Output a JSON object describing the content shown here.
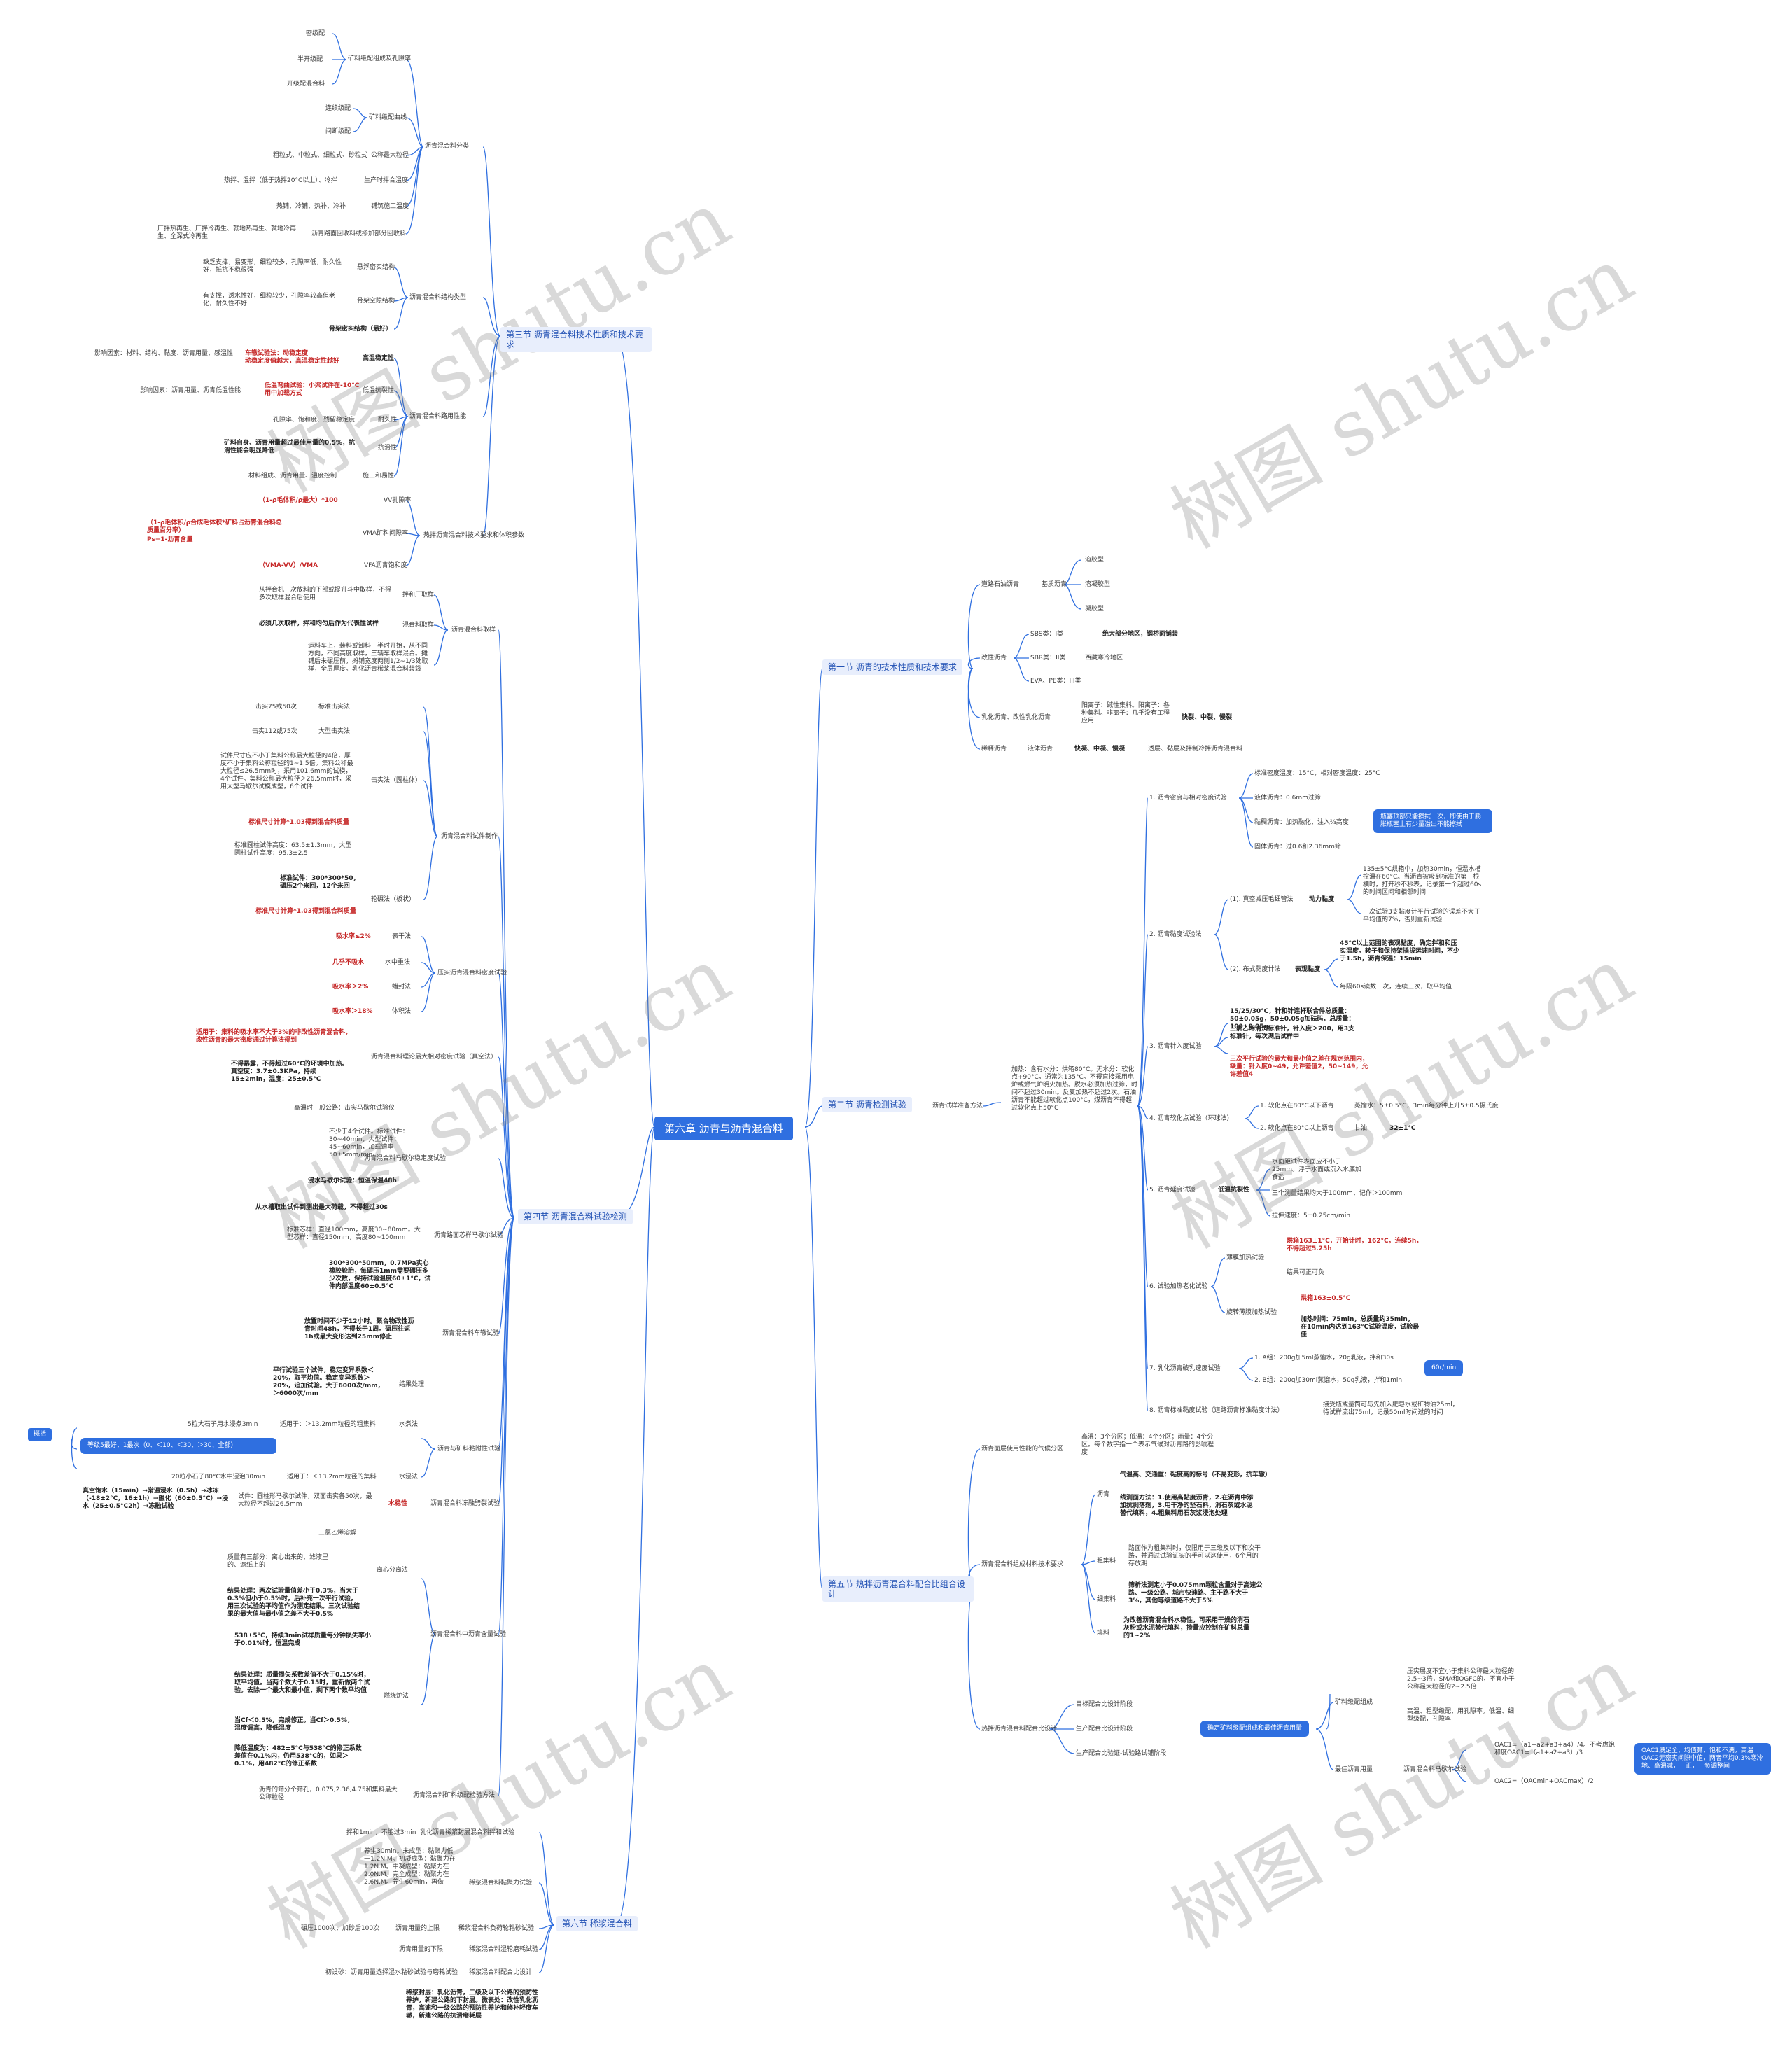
{
  "root": "第六章 沥青与沥青混合料",
  "watermark": "树图 shutu.cn",
  "colors": {
    "accent": "#2f6fe0",
    "line": "#2f6fe0",
    "red": "#c62828"
  },
  "s3": {
    "title": "第三节 沥青混合料技术性质和技术要求",
    "classify": "沥青混合料分类",
    "grading": "矿料级配组成及孔隙率",
    "dense": "密级配",
    "half": "半开级配",
    "open": "开级配混合料",
    "curve": "矿料级配曲线",
    "cont": "连续级配",
    "gap": "间断级配",
    "nmax": "公称最大粒径",
    "nmax_items": "粗粒式、中粒式、细粒式、砂粒式",
    "temp": "生产时拌合温度",
    "temp_items": "热拌、温拌（低于热拌20°C以上）、冷拌",
    "paving": "铺筑施工温度",
    "paving_items": "热铺、冷铺、热补、冷补",
    "recycle": "沥青路面回收料或掺加部分回收料",
    "recycle_items": "厂拌热再生、厂拌冷再生、就地热再生、就地冷再生、全深式冷再生",
    "structure": "沥青混合料结构类型",
    "susp": "悬浮密实结构",
    "susp_d": "缺乏支撑，易变形，细粒较多，孔隙率低，耐久性好，抵抗不稳很强",
    "skel": "骨架空隙结构",
    "skel_d": "有支撑，透水性好，细粒较少，孔隙率较高但老化，耐久性不好",
    "skeldense": "骨架密实结构（最好）",
    "road": "沥青混合料路用性能",
    "ht": "高温稳定性",
    "ht_t": "车辙试验法：动稳定度",
    "ht_t2": "动稳定度值越大，高温稳定性越好",
    "ht_f": "影响因素：材料、结构、黏度、沥青用量、感温性",
    "lt": "低温抗裂性",
    "lt_t": "低温弯曲试验：小梁试件在-10°C用中加载方式",
    "lt_f": "影响因素：沥青用量、沥青低温性能",
    "dur": "耐久性",
    "dur_f": "孔隙率、饱和度、残留稳定度",
    "slip": "抗滑性",
    "slip_f": "矿料自身、沥青用量超过最佳用量的0.5%，抗滑性能会明显降低",
    "work": "施工和易性",
    "work_f": "材料组成、沥青用量、温度控制",
    "vol": "热拌沥青混合料技术要求和体积参数",
    "vv": "VV孔隙率",
    "vv_f": "（1-ρ毛体积/ρ最大）*100",
    "vma": "VMA矿料间隙率",
    "vma_f": "（1-ρ毛体积/ρ合成毛体积*矿料占沥青混合料总质量百分率）",
    "vma_f2": "Ps=1-沥青含量",
    "vfa": "VFA沥青饱和度",
    "vfa_f": "（VMA-VV）/VMA"
  },
  "s4": {
    "title": "第四节 沥青混合料试验检测",
    "sample": "沥青混合料取样",
    "disch": "拌和厂取样",
    "disch_d": "从拌合机一次放料的下部或提升斗中取样，不得多次取样混合后使用",
    "plant": "混合料取样",
    "plant_d": "必须几次取样，拌和均匀后作为代表性试样",
    "truck": "运料车上，装料或卸料一半时开始，从不同方向，不同高度取样，三辆车取样混合。摊铺后未碾压前，摊铺宽度两侧1/2~1/3处取样，全层厚度。乳化沥青稀浆混合料装袋",
    "make": "沥青混合料试件制作",
    "std": "标准击实法",
    "std_v": "击实75或50次",
    "big": "大型击实法",
    "big_v": "击实112或75次",
    "comp": "击实法（圆柱体）",
    "comp_d": "试件尺寸应不小于集料公称最大粒径的4倍，厚度不小于集料公称粒径的1~1.5倍。集料公称最大粒径≤26.5mm时，采用101.6mm的试模，4个试件。集料公称最大粒径＞26.5mm时，采用大型马歇尔试模成型，6个试件",
    "comp_m": "标准尺寸计算*1.03得到混合料质量",
    "comp_h": "标准圆柱试件高度：63.5±1.3mm，大型圆柱试件高度：95.3±2.5",
    "wheel": "轮碾法（板状）",
    "wheel_s": "标准试件：300*300*50，碾压2个来回，12个来回",
    "wheel_m": "标准尺寸计算*1.03得到混合料质量",
    "dens": "压实沥青混合料密度试验",
    "dry": "表干法",
    "dry_v": "吸水率≤2%",
    "wat": "水中重法",
    "wat_v": "几乎不吸水",
    "wax": "蜡封法",
    "wax_v": "吸水率＞2%",
    "vol": "体积法",
    "vol_v": "吸水率＞18%",
    "theo": "沥青混合料理论最大相对密度试验（真空法）",
    "theo_a": "适用于：集料的吸水率不大于3%的非改性沥青混合料，改性沥青的最大密度通过计算法得到",
    "theo_b": "不得暴露，不得超过60°C的环境中加热。真空度：3.7±0.3KPa，持续15±2min，温度：25±0.5°C",
    "marshall": "沥青混合料马歇尔稳定度试验",
    "m_a": "高温时一般公路：击实马歇尔试验仪",
    "m_b": "不少于4个试件。标准试件：30~40min，大型试件：45~60min，加载速率50±5mm/min",
    "m_c": "浸水马歇尔试验：恒温保温48h",
    "m_d": "从水槽取出试件到测出最大荷载，不得超过30s",
    "core": "沥青路面芯样马歇尔试验",
    "core_d": "标准芯样：直径100mm，高度30~80mm。大型芯样：直径150mm，高度80~100mm",
    "rut": "沥青混合料车辙试验",
    "rut_a": "300*300*50mm，0.7MPa实心橡胶轮胎，每碾压1mm需要碾压多少次数，保持试验温度60±1°C，试件内部温度60±0.5°C",
    "rut_b": "放置时间不少于12小时。聚合物改性沥青时间48h，不得长于1周。碾压往返1h或最大变形达到25mm停止",
    "rut_r": "结果处理",
    "rut_c": "平行试验三个试件，稳定变异系数＜20%，取平均值。稳定变异系数＞20%，追加试验。大于6000次/mm，＞6000次/mm",
    "perm": "沥青与矿料粘附性试验",
    "boil": "水煮法",
    "boil_a": "5粒大石子用水浸煮3min",
    "boil_b": "适用于：＞13.2mm粒径的粗集料",
    "soak": "水浸法",
    "soak_a": "20粒小石子80°C水中浸泡30min",
    "soak_b": "适用于：＜13.2mm粒径的集料",
    "summary": "概括",
    "summary_d": "等级5最好，1最次（0、＜10、＜30、＞30、全部）",
    "stab": "沥青混合料冻融劈裂试验",
    "stab_k": "水稳性",
    "stab_a": "试件：圆柱形马歇尔试件，双面击实各50次，最大粒径不超过26.5mm",
    "stab_b": "真空饱水（15min）→常温浸水（0.5h）→冰冻（-18±2°C，16±1h）→融化（60±0.5°C）→浸水（25±0.5°C2h）→冻融试验",
    "extract": "沥青混合料中沥青含量试验",
    "ext_a": "三氯乙烯溶解",
    "cent": "离心分离法",
    "cent_a": "质量有三部分：离心出来的、滤液里的、滤纸上的",
    "cent_b": "结果处理：两次试验量值差小于0.3%，当大于0.3%但小于0.5%时，后补充一次平行试验，用三次试验的平均值作为测定结果。三次试验结果的最大值与最小值之差不大于0.5%",
    "burn": "燃烧炉法",
    "burn_a": "538±5°C，持续3min试样质量每分钟损失率小于0.01%时，恒温完成",
    "burn_b": "结果处理：质量损失系数差值不大于0.15%时，取平均值。当两个数大于0.15时，重新做两个试验。去除一个最大和最小值，剩下两个数平均值",
    "burn_c": "当Cf＜0.5%，完成修正。当Cf＞0.5%，温度调高，降低温度",
    "burn_d": "降低温度为：482±5°C与538°C的修正系数差值在0.1%内，仍用538°C的，如果＞0.1%，用482°C的修正系数",
    "bitu": "沥青混合料矿料级配检验方法",
    "bitu_d": "沥青的筛分个筛孔，0.075,2.36,4.75和集料最大公称粒径"
  },
  "s6": {
    "title": "第六节 稀浆混合料",
    "a": "乳化沥青稀浆封层混合料拌和试验",
    "a_d": "拌和1min，不能过3min",
    "b": "稀浆混合料黏聚力试验",
    "b_d": "养生30min。未成型：黏聚力低于1.2N.M。初凝成型：黏聚力在1.2N.M。中凝成型：黏聚力在2.0N.M。完全成型：黏聚力在2.6N.M。养生60min，再做",
    "c": "稀浆混合料负荷轮粘砂试验",
    "c_a": "碾压1000次，加砂后100次",
    "c_b": "沥青用量的上限",
    "d": "稀浆混合料湿轮磨耗试验",
    "d_a": "沥青用量的下限",
    "e": "稀浆混合料配合比设计",
    "e_a": "初设砂：沥青用量选择湿水粘砂试验与磨耗试验",
    "f": "稀浆封层：乳化沥青，二级及以下公路的预防性养护，新建公路的下封层。微表处：改性乳化沥青，高速和一级公路的预防性养护和修补轻度车辙，新建公路的抗滑磨耗层"
  },
  "s1": {
    "title": "第一节 沥青的技术性质和技术要求",
    "road": "道路石油沥青",
    "base": "基质沥青",
    "sol": "溶胶型",
    "solgel": "溶凝胶型",
    "gel": "凝胶型",
    "mod": "改性沥青",
    "sbs": "SBS类：I类",
    "sbs_d": "绝大部分地区，钢桥面铺装",
    "sbr": "SBR类：II类",
    "sbr_d": "西藏寒冷地区",
    "eva": "EVA、PE类：III类",
    "emul": "乳化沥青、改性乳化沥青",
    "emul_d": "阳离子：碱性集料。阳离子：各种集料。非离子：几乎没有工程应用",
    "emul_k": "快裂、中裂、慢裂",
    "dil": "稀释沥青",
    "dil_d": "液体沥青",
    "dil_k": "快凝、中凝、慢凝",
    "dil_e": "透层、黏层及拌制冷拌沥青混合料"
  },
  "s2": {
    "title": "第二节 沥青检测试验",
    "prep": "沥青试样准备方法",
    "prep_d": "加热：含有水分：烘箱80°C。无水分：软化点+90°C，通常为135°C。不得直接采用电炉或燃气炉明火加热。脱水必须加热过筛，时间不超过30min。反复加热不超过2次。石油沥青不能超过软化点100°C，煤沥青不得超过软化点上50°C",
    "d1": "1. 沥青密度与相对密度试验",
    "d1_a": "标准密度温度：15°C，相对密度温度：25°C",
    "d1_b": "液体沥青：0.6mm过筛",
    "d1_c": "黏稠沥青：加热融化，注入⅔高度",
    "d1_d": "固体沥青：过0.6和2.36mm筛",
    "d1_note": "瓶塞顶部只能擦拭一次，即使由于膨胀瓶塞上有少量溢出不能擦拭",
    "d2": "2. 沥青黏度试验法",
    "d2a": "(1). 真空减压毛细管法",
    "d2a_k": "动力黏度",
    "d2a_a": "135±5°C烘箱中，加热30min，恒温水槽控温在60°C。当沥青被吸到标准的第一根横时，打开秒不秒表，记录第一个超过60s的时间区间和相邻时间",
    "d2a_b": "一次试验3支黏度计平行试验的误差不大于平均值的7%，否则重新试验",
    "d2b": "(2). 布式黏度计法",
    "d2b_k": "表观黏度",
    "d2b_a": "45°C以上范围的表观黏度，确定拌和和压实温度。转子和保持架插拔运速时间，不少于1.5h，沥青保温：15min",
    "d2b_b": "每隔60s读数一次，连续三次，取平均值",
    "d3": "3. 沥青针入度试验",
    "d3_a": "15/25/30°C，针和针连杆联合件总质量：50±0.05g，50±0.05g加砝码，总质量：100±0.05g",
    "d3_b": "三氯乙烯清洗标准针，针入度＞200，用3支标准针，每次满后试样中",
    "d3_c": "三次平行试验的最大和最小值之差在规定范围内，缺量：针入度0~49，允许差值2，50~149，允许差值4",
    "d4": "4. 沥青软化点试验（环球法）",
    "d4_a": "1. 软化点在80°C以下沥青",
    "d4_a2": "蒸馏水：5±0.5°C，3min每分钟上升5±0.5摄氏度",
    "d4_b": "2. 软化点在80°C以上沥青",
    "d4_b2": "甘油",
    "d4_b3": "32±1°C",
    "d5": "5. 沥青延度试验",
    "d5_k": "低温抗裂性",
    "d5_a": "水面距试件表面应不小于25mm。浮于水面或沉入水底加食盐",
    "d5_b": "三个测量结果均大于100mm，记作＞100mm",
    "d5_c": "拉伸速度：5±0.25cm/min",
    "d6": "6. 试验加热老化试验",
    "d6a": "薄膜加热试验",
    "d6a_a": "烘箱163±1°C，开始计时，162°C，连续5h，不得超过5.25h",
    "d6a_b": "结果可正可负",
    "d6b": "旋转薄膜加热试验",
    "d6b_a": "烘箱163±0.5°C",
    "d6b_b": "加热时间：75min，总质量约35min，在10min内达到163°C试验温度，试验最佳",
    "d7": "7. 乳化沥青破乳速度试验",
    "d7_a": "1. A组：200g加5ml蒸馏水，20g乳液，拌和30s",
    "d7_b": "2. B组：200g加30ml蒸馏水，50g乳液，拌和1min",
    "d7_note": "60r/min",
    "d8": "8. 沥青标准黏度试验（道路沥青标准黏度计法）",
    "d8_a": "接受瓶或量筒可与先加入肥皂水或矿物油25ml，待试样流出75ml，记录50ml时间过的时间"
  },
  "s5": {
    "title": "第五节 热拌沥青混合料配合比组合设计",
    "grade": "沥青面层使用性能的气候分区",
    "grade_d": "高温：3个分区；低温：4个分区；雨量：4个分区。每个数字指一个表示气候对沥青路的影响程度",
    "mat": "沥青混合料组成材料技术要求",
    "asp": "沥青",
    "asp_a": "气温高、交通重：黏度高的标号（不易变形，抗车辙）",
    "asp_b": "线测面方法：1.使用高黏度沥青，2.在沥青中添加抗剥落剂，3.用干净的坚石料，消石灰或水泥替代填料，4.粗集料用石灰浆浸泡处理",
    "coarse": "粗集料",
    "coarse_d": "路面作为粗集料时，仅限用于三级及以下和次干路，并通过试验证实的手可以这使用，6个月的存放期",
    "fine": "细集料",
    "fine_d": "筛析法测定小于0.075mm颗粒含量对于高速公路、一级公路、城市快速路、主干路不大于3%，其他等级道路不大于5%",
    "filler": "填料",
    "filler_d": "为改善沥青混合料水稳性，可采用干燥的消石灰粉或水泥替代填料，掺量应控制在矿料总量的1~2%",
    "mix": "热拌沥青混合料配合比设计",
    "tgt": "目标配合比设计阶段",
    "prod": "生产配合比设计阶段",
    "verify": "生产配合比验证-试验路试铺阶段",
    "core": "确定矿料级配组成和最佳沥青用量",
    "grad": "矿料级配组成",
    "grad_a": "压实层度不宜小于集料公称最大粒径的2.5~3倍，SMA和OGFC的，不宜小于公称最大粒径的2~2.5倍",
    "grad_b": "高温、粗型级配，用孔隙率。低温、细型级配，孔隙率",
    "opt": "最佳沥青用量",
    "opt_m": "沥青混合料马歇尔试验",
    "oac1": "OAC1=（a1+a2+a3+a4）/4。不考虑饱和度OAC1=（a1+a2+a3）/3",
    "oac2": "OAC2=（OACmin+OACmax）/2",
    "oac_note": "OAC1满足全、均值算，饱和不满，高温OAC2无密实间隙中值，两者平均0.3%寒冷地、高温减，一正，一负调整间"
  }
}
